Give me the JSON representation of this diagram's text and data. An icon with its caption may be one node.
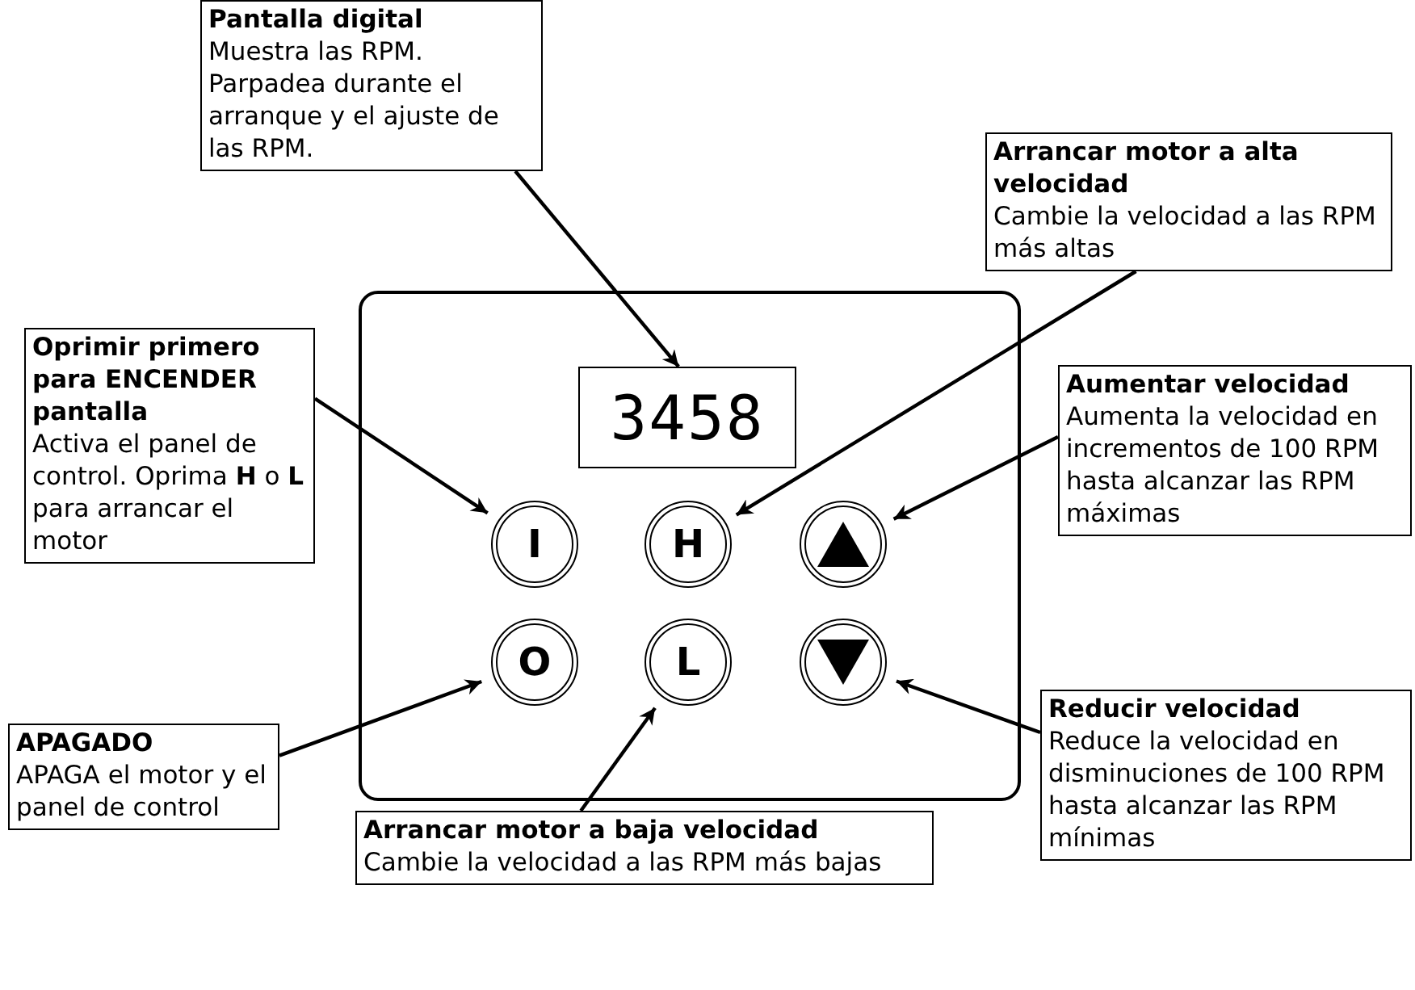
{
  "diagram": {
    "nodes": [
      {
        "text": [],
        "shape": "box"
      },
      {
        "text": [
          "3458"
        ],
        "in": 0
      },
      {
        "text": [
          "I"
        ],
        "in": 0
      },
      {
        "text": [
          "H"
        ],
        "in": 0
      },
      {
        "text": [],
        "shape": "circle",
        "in": 0
      },
      {
        "text": [
          "O"
        ],
        "in": 0
      },
      {
        "text": [
          "L"
        ],
        "in": 0
      },
      {
        "text": [],
        "shape": "circle",
        "in": 0
      },
      {
        "text": [
          "Pantalla digital",
          "Muestra las RPM. Parpadea durante el arranque y el ajuste de las RPM."
        ]
      },
      {
        "text": [
          "Arrancar motor a alta velocidad",
          "Cambie la velocidad a las RPM más altas"
        ]
      },
      {
        "text": [
          "Oprimir primero para ENCENDER pantalla",
          "Activa el panel de control. Oprima **H** o **L** para arrancar el motor"
        ]
      },
      {
        "text": [
          "Aumentar velocidad",
          "Aumenta la velocidad en incrementos de 100 RPM hasta alcanzar las RPM máximas"
        ]
      },
      {
        "text": [
          "APAGADO",
          "APAGA el motor y el panel de control"
        ]
      },
      {
        "text": [
          "Reducir velocidad",
          "Reduce la velocidad en disminuciones de 100 RPM hasta alcanzar las RPM mínimas"
        ]
      },
      {
        "text": [
          "Arrancar motor a baja velocidad",
          "Cambie la velocidad a las RPM más bajas"
        ]
      }
    ],
    "edges": [
      {
        "from": 8,
        "to": 1,
        "arrow": "to"
      },
      {
        "from": 9,
        "to": 3,
        "arrow": "to"
      },
      {
        "from": 10,
        "to": 2,
        "arrow": "to"
      },
      {
        "from": 11,
        "to": 4,
        "arrow": "to"
      },
      {
        "from": 12,
        "to": 5,
        "arrow": "to"
      },
      {
        "from": 14,
        "to": 6,
        "arrow": "to"
      },
      {
        "from": 13,
        "to": 7,
        "arrow": "to"
      }
    ]
  }
}
